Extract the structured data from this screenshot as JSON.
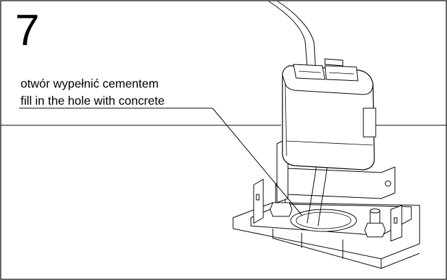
{
  "step": {
    "number": "7"
  },
  "annotation": {
    "line_pl": "otwór wypełnić cementem",
    "line_en": "fill in the hole with concrete"
  },
  "colors": {
    "ink": "#000000",
    "paper": "#ffffff",
    "shade": "#d9d9d9"
  }
}
